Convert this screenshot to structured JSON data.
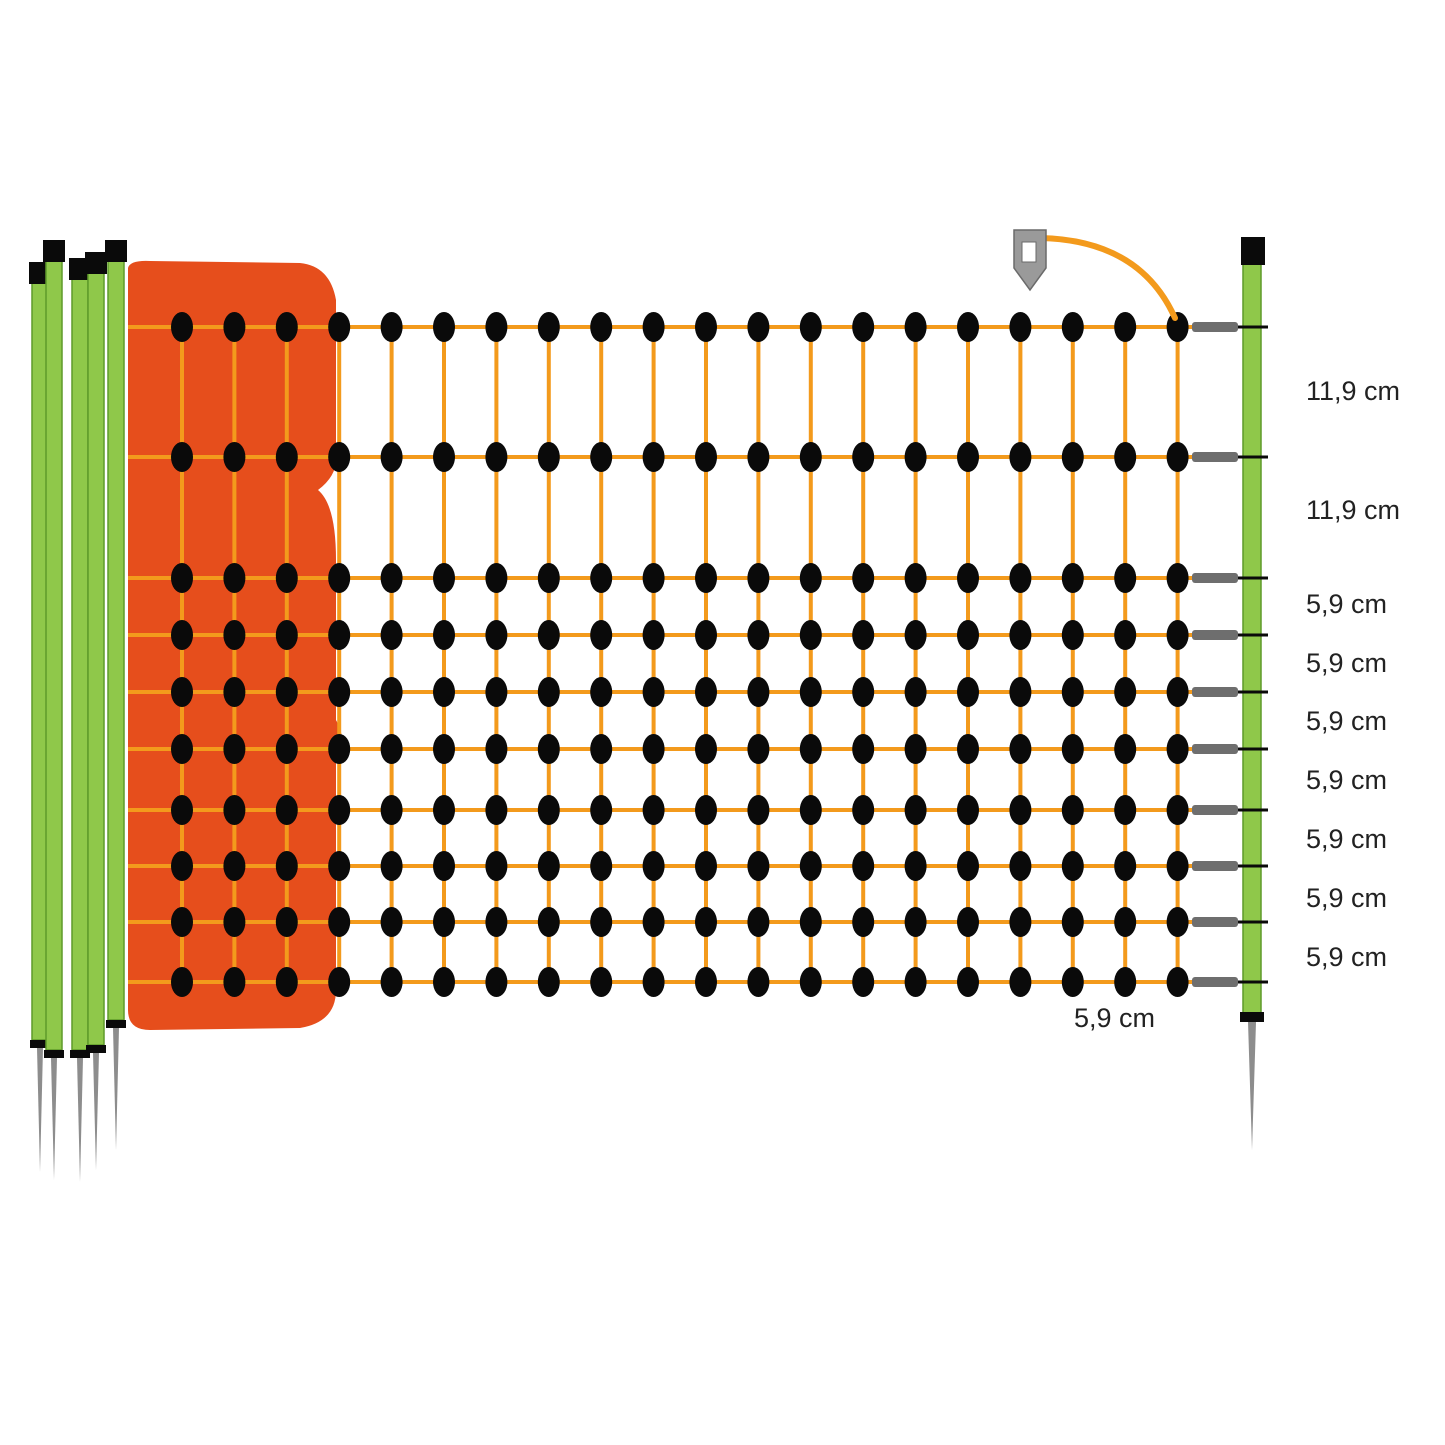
{
  "colors": {
    "background": "#ffffff",
    "mesh_strand": "#f39a1c",
    "knot": "#0a0a0a",
    "rolled_net": "#e64e1c",
    "post_green": "#8fc84a",
    "post_green_dark": "#5f9a2a",
    "post_cap": "#0a0a0a",
    "spike": "#8d8d8d",
    "insulator": "#6e6e6e",
    "connector_clip": "#9a9a9a",
    "label_text": "#222222"
  },
  "mesh": {
    "row_count": 10,
    "column_count": 20,
    "rolled_columns": 3
  },
  "icons": {
    "rolled_net": "rolled-net-icon",
    "post": "fence-post-icon",
    "ground_spike": "ground-spike-icon",
    "connector": "connection-clip-icon",
    "lead_wire": "lead-wire-icon"
  },
  "spacing_labels": [
    "11,9 cm",
    "11,9 cm",
    "5,9 cm",
    "5,9 cm",
    "5,9 cm",
    "5,9 cm",
    "5,9 cm",
    "5,9 cm",
    "5,9 cm"
  ],
  "bottom_label": "5,9 cm"
}
